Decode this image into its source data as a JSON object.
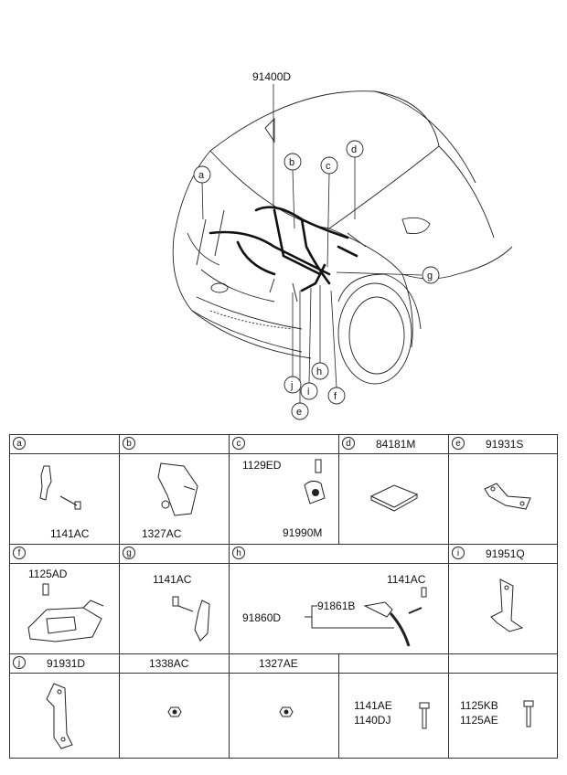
{
  "main_label": "91400D",
  "callouts": [
    "a",
    "b",
    "c",
    "d",
    "e",
    "f",
    "g",
    "h",
    "i",
    "j"
  ],
  "table": {
    "row1": {
      "a": {
        "letter": "a",
        "parts": [
          "1141AC"
        ]
      },
      "b": {
        "letter": "b",
        "parts": [
          "1327AC"
        ]
      },
      "c": {
        "letter": "c",
        "parts": [
          "1129ED",
          "91990M"
        ]
      },
      "d": {
        "letter": "d",
        "header": "84181M"
      },
      "e": {
        "letter": "e",
        "header": "91931S"
      }
    },
    "row2": {
      "f": {
        "letter": "f",
        "parts": [
          "1125AD"
        ]
      },
      "g": {
        "letter": "g",
        "parts": [
          "1141AC"
        ]
      },
      "h": {
        "letter": "h",
        "parts": [
          "1141AC",
          "91861B",
          "91860D"
        ]
      },
      "i": {
        "letter": "i",
        "header": "91951Q"
      }
    },
    "row3": {
      "j": {
        "letter": "j",
        "header": "91931D"
      },
      "c2": {
        "header": "1338AC"
      },
      "c3": {
        "header": "1327AE"
      },
      "c4": {
        "parts": [
          "1141AE",
          "1140DJ"
        ]
      },
      "c5": {
        "parts": [
          "1125KB",
          "1125AE"
        ]
      }
    }
  }
}
